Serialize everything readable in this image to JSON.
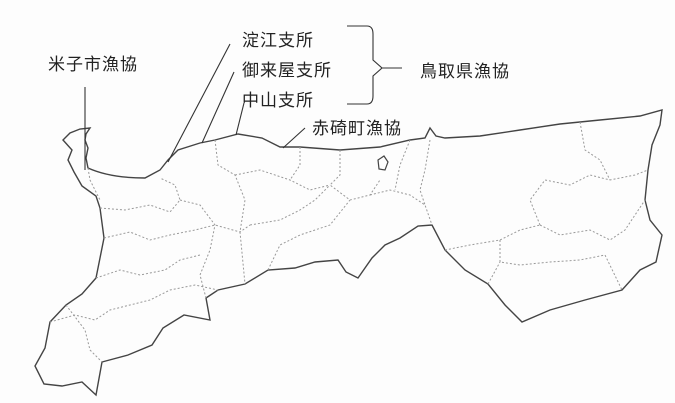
{
  "map": {
    "region": "鳥取県",
    "labels": {
      "yonago": "米子市漁協",
      "yodoe": "淀江支所",
      "mikuriya": "御来屋支所",
      "nakayama": "中山支所",
      "tottori_kengyokyo": "鳥取県漁協",
      "akasaki": "赤碕町漁協"
    },
    "colors": {
      "outline": "#444444",
      "border": "#999999",
      "text": "#222222"
    }
  }
}
